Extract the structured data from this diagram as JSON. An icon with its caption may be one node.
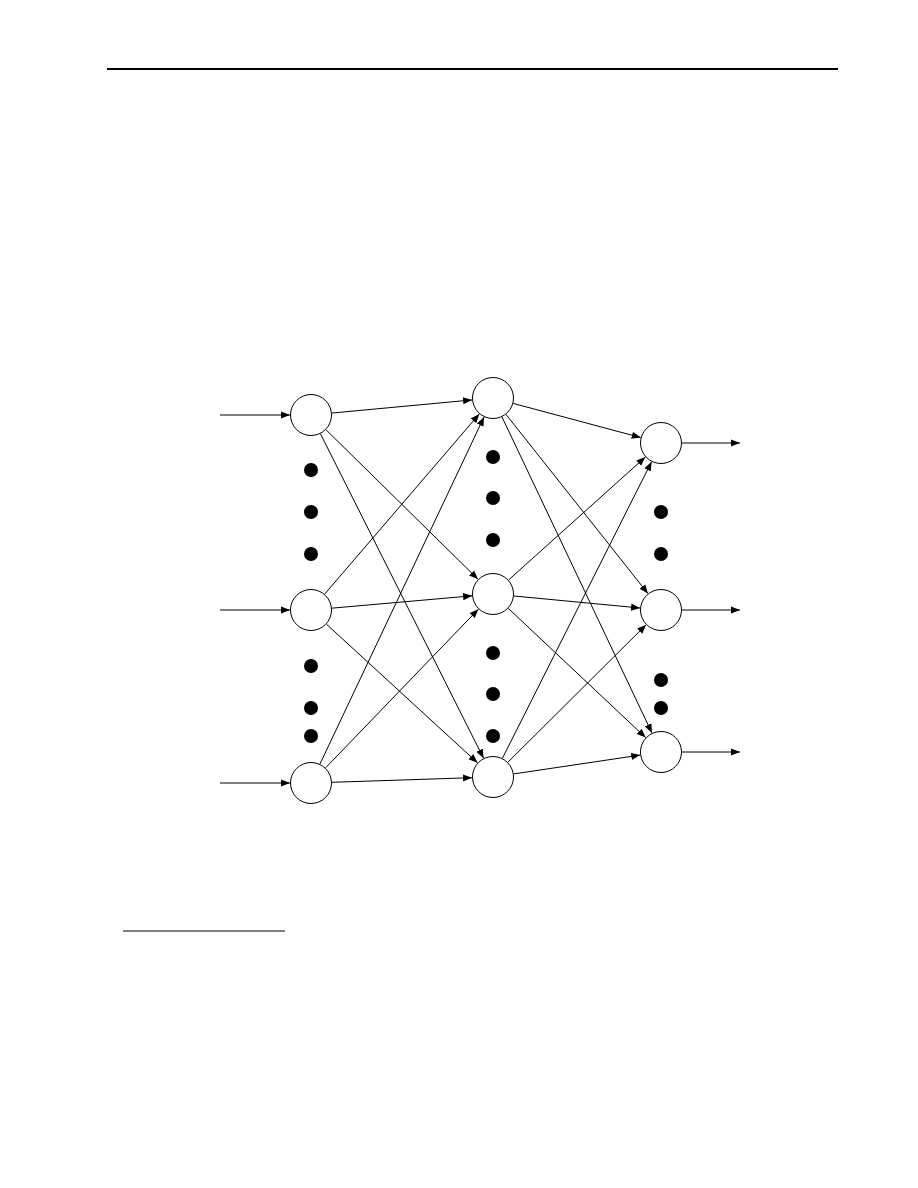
{
  "diagram": {
    "nodes": [
      {
        "text": [],
        "shape": "circle"
      },
      {
        "text": [],
        "shape": "circle"
      },
      {
        "text": [],
        "shape": "circle"
      },
      {
        "text": [],
        "shape": "circle"
      },
      {
        "text": [],
        "shape": "circle"
      },
      {
        "text": [],
        "shape": "circle"
      },
      {
        "text": [],
        "shape": "circle"
      },
      {
        "text": [],
        "shape": "circle"
      },
      {
        "text": [],
        "shape": "circle"
      }
    ],
    "edges": [
      {
        "from": null,
        "to": 0,
        "arrow": "to"
      },
      {
        "from": null,
        "to": 1,
        "arrow": "to"
      },
      {
        "from": null,
        "to": 2,
        "arrow": "to"
      },
      {
        "from": 0,
        "to": 3,
        "arrow": "to"
      },
      {
        "from": 0,
        "to": 4,
        "arrow": "to"
      },
      {
        "from": 0,
        "to": 5,
        "arrow": "to"
      },
      {
        "from": 1,
        "to": 3,
        "arrow": "to"
      },
      {
        "from": 1,
        "to": 4,
        "arrow": "to"
      },
      {
        "from": 1,
        "to": 5,
        "arrow": "to"
      },
      {
        "from": 2,
        "to": 3,
        "arrow": "to"
      },
      {
        "from": 2,
        "to": 4,
        "arrow": "to"
      },
      {
        "from": 2,
        "to": 5,
        "arrow": "to"
      },
      {
        "from": 3,
        "to": 6,
        "arrow": "to"
      },
      {
        "from": 3,
        "to": 7,
        "arrow": "to"
      },
      {
        "from": 3,
        "to": 8,
        "arrow": "to"
      },
      {
        "from": 4,
        "to": 6,
        "arrow": "to"
      },
      {
        "from": 4,
        "to": 7,
        "arrow": "to"
      },
      {
        "from": 4,
        "to": 8,
        "arrow": "to"
      },
      {
        "from": 5,
        "to": 6,
        "arrow": "to"
      },
      {
        "from": 5,
        "to": 7,
        "arrow": "to"
      },
      {
        "from": 5,
        "to": 8,
        "arrow": "to"
      },
      {
        "from": 6,
        "to": null,
        "arrow": "to"
      },
      {
        "from": 7,
        "to": null,
        "arrow": "to"
      },
      {
        "from": 8,
        "to": null,
        "arrow": "to"
      }
    ]
  }
}
